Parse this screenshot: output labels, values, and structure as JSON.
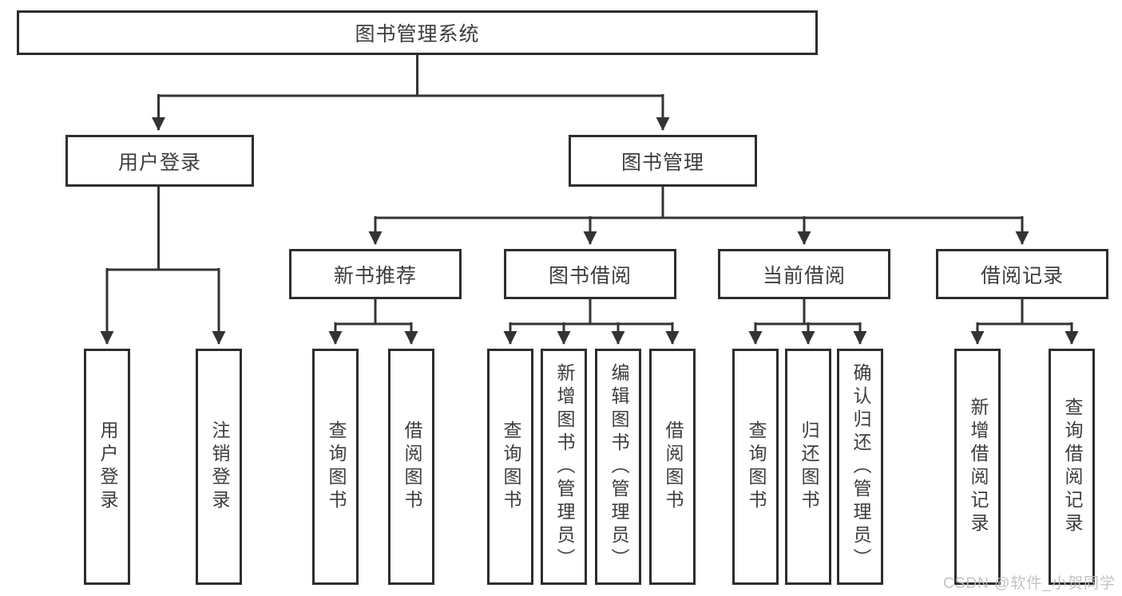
{
  "diagram_title": "图书管理系统",
  "colors": {
    "line": "#333333",
    "border": "#2d2d2d",
    "text": "#3d3d3d",
    "watermark": "#bdbdbd",
    "background": "#ffffff"
  },
  "nodes": {
    "root": {
      "label": "图书管理系统"
    },
    "level2": [
      {
        "id": "user-login",
        "label": "用户登录"
      },
      {
        "id": "book-management",
        "label": "图书管理"
      }
    ],
    "level3": [
      {
        "id": "new-book-recommend",
        "label": "新书推荐",
        "parent": "图书管理"
      },
      {
        "id": "book-borrow",
        "label": "图书借阅",
        "parent": "图书管理"
      },
      {
        "id": "current-borrow",
        "label": "当前借阅",
        "parent": "图书管理"
      },
      {
        "id": "borrow-records",
        "label": "借阅记录",
        "parent": "图书管理"
      }
    ],
    "leaves": [
      {
        "id": "user-login-leaf",
        "label": "用户登录",
        "parent": "用户登录"
      },
      {
        "id": "logout-leaf",
        "label": "注销登录",
        "parent": "用户登录"
      },
      {
        "id": "query-books-recommend",
        "label": "查询图书",
        "parent": "新书推荐"
      },
      {
        "id": "borrow-books-recommend",
        "label": "借阅图书",
        "parent": "新书推荐"
      },
      {
        "id": "query-books-borrow",
        "label": "查询图书",
        "parent": "图书借阅"
      },
      {
        "id": "add-books-admin",
        "label": "新增图书（管理员）",
        "parent": "图书借阅"
      },
      {
        "id": "edit-books-admin",
        "label": "编辑图书（管理员）",
        "parent": "图书借阅"
      },
      {
        "id": "borrow-books",
        "label": "借阅图书",
        "parent": "图书借阅"
      },
      {
        "id": "query-books-current",
        "label": "查询图书",
        "parent": "当前借阅"
      },
      {
        "id": "return-books",
        "label": "归还图书",
        "parent": "当前借阅"
      },
      {
        "id": "confirm-return-admin",
        "label": "确认归还（管理员）",
        "parent": "当前借阅"
      },
      {
        "id": "add-borrow-record",
        "label": "新增借阅记录",
        "parent": "借阅记录"
      },
      {
        "id": "query-borrow-record",
        "label": "查询借阅记录",
        "parent": "借阅记录"
      }
    ]
  },
  "watermark": {
    "text": "CSDN @软件_小贺同学"
  }
}
